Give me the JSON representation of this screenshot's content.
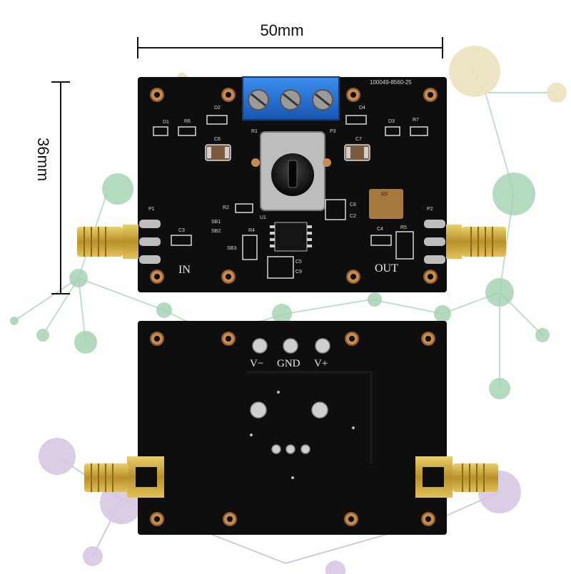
{
  "dimensions": {
    "width_label": "50mm",
    "height_label": "36mm"
  },
  "top_board": {
    "board_id": "100049-8560-25",
    "port_in_label": "IN",
    "port_out_label": "OUT",
    "designators": {
      "d1": "D1",
      "d2": "D2",
      "d3": "D3",
      "d4": "D4",
      "r1": "R1",
      "r2": "R2",
      "r4": "R4",
      "r5": "R5",
      "r6": "R6",
      "r7": "R7",
      "c2": "C2",
      "c3": "C3",
      "c4": "C4",
      "c5": "C5",
      "c6": "C6",
      "c7": "C7",
      "c8": "C8",
      "c9": "C9",
      "p1": "P1",
      "p2": "P2",
      "p3": "P3",
      "u1": "U1",
      "sb1": "SB1",
      "sb2": "SB2",
      "sb3": "SB3"
    },
    "rf_logo": "RF"
  },
  "bottom_board": {
    "pin_labels": [
      "V−",
      "GND",
      "V+"
    ]
  },
  "colors": {
    "pcb": "#0d0d0d",
    "gold": "#c9a63b",
    "terminal_blue": "#1f6fd1",
    "silkscreen": "#e8e8e8",
    "background_nodes": [
      "#a7d3b4",
      "#e8dcb4",
      "#c9b6d9"
    ]
  }
}
